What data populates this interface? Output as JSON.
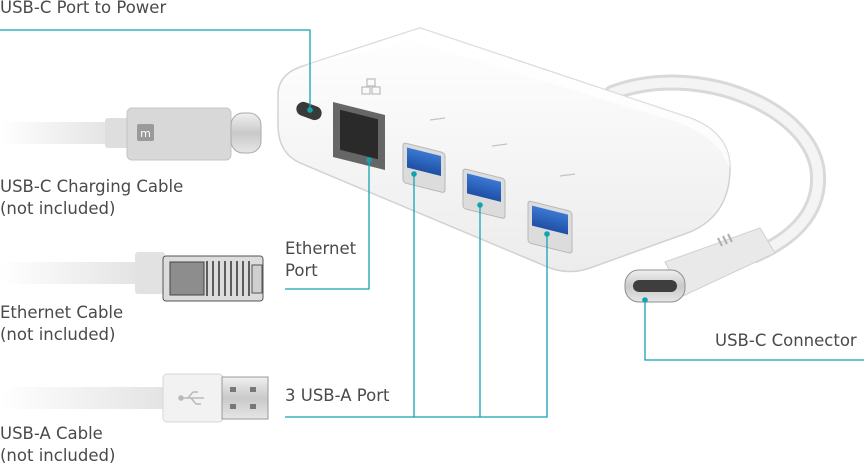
{
  "accent_color": "#12a3b0",
  "labels": {
    "usb_c_power_port": "USB-C Port to Power",
    "usb_c_charging_cable": {
      "line1": "USB-C Charging Cable",
      "line2": "(not included)"
    },
    "ethernet_port": {
      "line1": "Ethernet",
      "line2": "Port"
    },
    "ethernet_cable": {
      "line1": "Ethernet Cable",
      "line2": "(not included)"
    },
    "usb_a_ports": "3 USB-A Port",
    "usb_a_cable": {
      "line1": "USB-A Cable",
      "line2": "(not included)"
    },
    "usb_c_connector": "USB-C Connector"
  },
  "icons": [
    "usb-c-cable-icon",
    "ethernet-cable-icon",
    "usb-a-cable-icon",
    "usb-hub-adapter-icon",
    "usb-symbol-icon",
    "network-symbol-icon",
    "brand-logo-icon"
  ]
}
